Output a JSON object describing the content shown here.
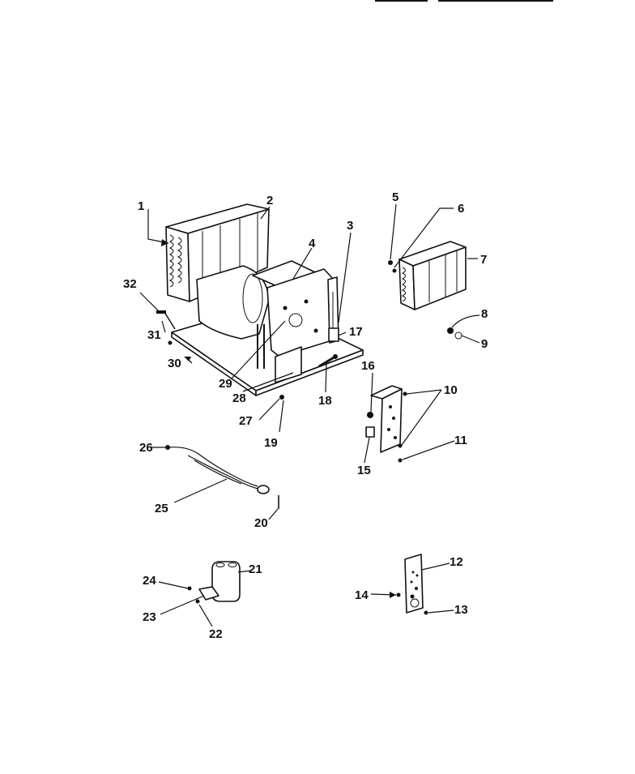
{
  "labels": [
    "1",
    "2",
    "3",
    "4",
    "5",
    "6",
    "7",
    "8",
    "9",
    "10",
    "11",
    "12",
    "13",
    "14",
    "15",
    "16",
    "17",
    "18",
    "19",
    "20",
    "21",
    "22",
    "23",
    "24",
    "25",
    "26",
    "27",
    "28",
    "29",
    "30",
    "31",
    "32"
  ]
}
